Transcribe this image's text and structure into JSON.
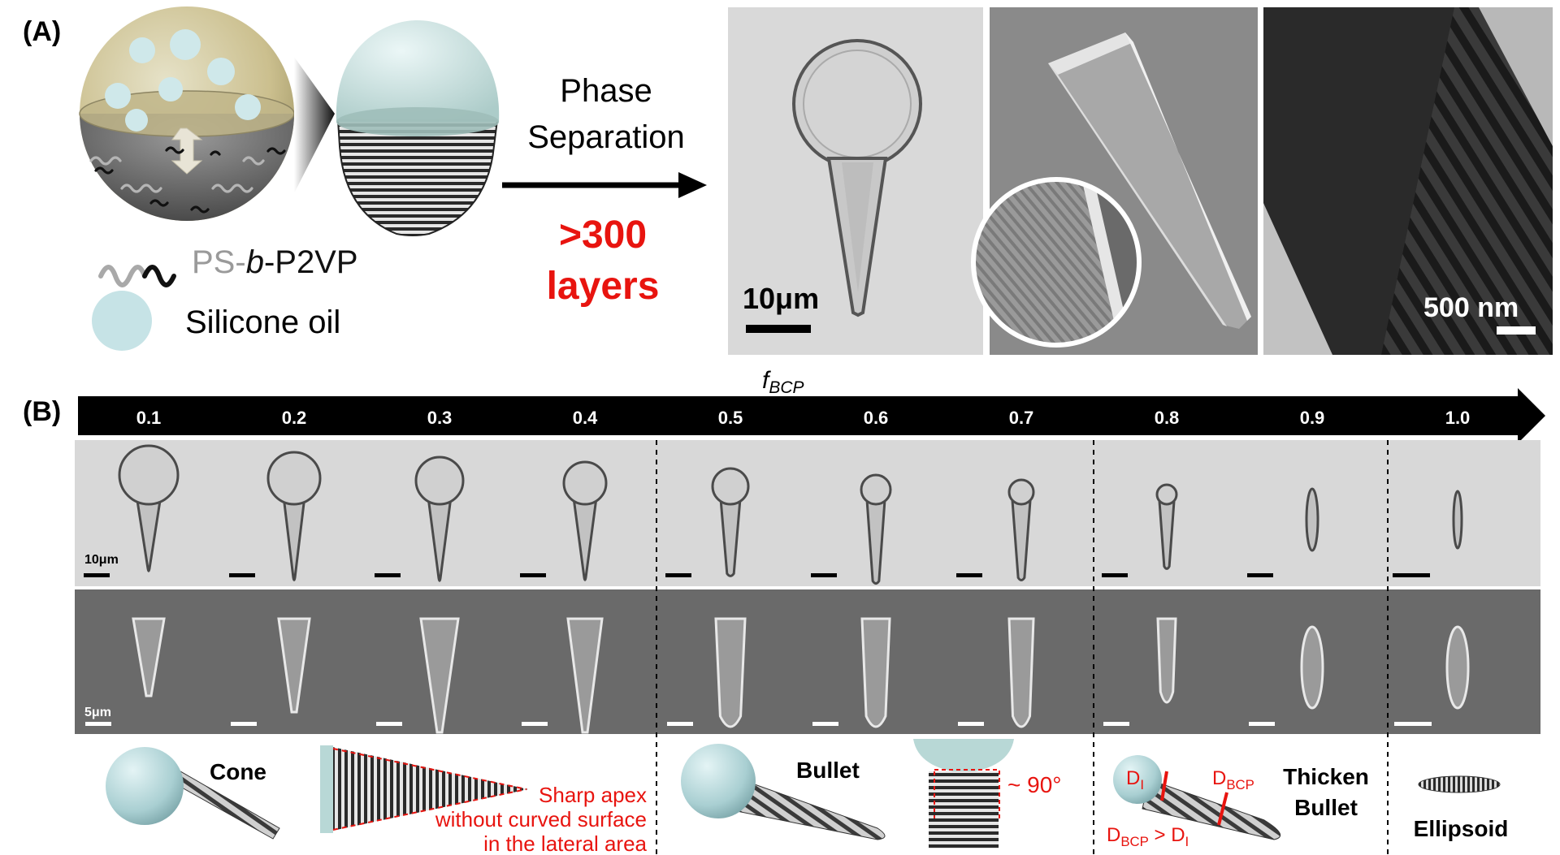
{
  "panel_a": {
    "label": "(A)",
    "arrow_line1": "Phase",
    "arrow_line2": "Separation",
    "layers_line1": ">300",
    "layers_line2": "layers",
    "legend_polymer": "PS-b-P2VP",
    "legend_oil": "Silicone oil",
    "scalebar_optical": "10μm",
    "scalebar_tem": "500 nm"
  },
  "panel_b": {
    "label": "(B)",
    "axis_label": "fBCP",
    "fractions": [
      "0.1",
      "0.2",
      "0.3",
      "0.4",
      "0.5",
      "0.6",
      "0.7",
      "0.8",
      "0.9",
      "1.0"
    ],
    "scalebar_optical": "10μm",
    "scalebar_sem": "5μm",
    "shapes": {
      "cone": "Cone",
      "cone_note1": "Sharp apex",
      "cone_note2": "without curved surface",
      "cone_note3": "in the lateral area",
      "bullet": "Bullet",
      "angle": "~ 90°",
      "thicken1": "Thicken",
      "thicken2": "Bullet",
      "d_interface": "DI",
      "d_bcp": "DBCP",
      "d_relation": "DBCP > DI",
      "ellipsoid": "Ellipsoid"
    }
  },
  "colors": {
    "accent_red": "#e8140f",
    "oil": "#c6e3e6",
    "sem_bg": "#6a6a6a",
    "optical_bg": "#d8d8d8"
  }
}
